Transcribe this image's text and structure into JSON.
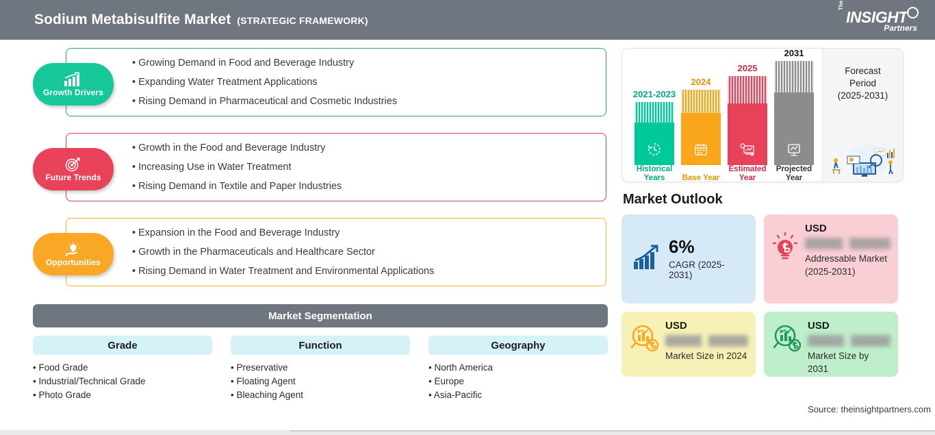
{
  "header": {
    "title": "Sodium Metabisulfite Market",
    "subtitle": "(STRATEGIC FRAMEWORK)",
    "bg_color": "#6f7680",
    "logo": {
      "the": "The",
      "insight": "INSIGHT",
      "partners": "Partners"
    }
  },
  "strategy_sections": [
    {
      "badge_label": "Growth Drivers",
      "icon": "bar-chart-growth-icon",
      "color": "#16c79a",
      "border_color": "#2a9d8f",
      "bullets": [
        "Growing Demand in Food and Beverage Industry",
        "Expanding Water Treatment Applications",
        "Rising Demand in Pharmaceutical and Cosmetic Industries"
      ]
    },
    {
      "badge_label": "Future Trends",
      "icon": "target-dart-icon",
      "color": "#e8435a",
      "border_color": "#d94259",
      "bullets": [
        "Growth in the Food and Beverage Industry",
        "Increasing Use in Water Treatment",
        "Rising Demand in Textile and Paper Industries"
      ]
    },
    {
      "badge_label": "Opportunities",
      "icon": "lightbulb-hand-icon",
      "color": "#f9a826",
      "border_color": "#f0b323",
      "bullets": [
        "Expansion in the Food and Beverage Industry",
        "Growth in the Pharmaceuticals and Healthcare Sector",
        "Rising Demand in Water Treatment and Environmental Applications"
      ]
    }
  ],
  "segmentation": {
    "heading": "Market Segmentation",
    "columns": [
      {
        "title": "Grade",
        "items": [
          "Food Grade",
          "Industrial/Technical Grade",
          "Photo Grade"
        ]
      },
      {
        "title": "Function",
        "items": [
          "Preservative",
          "Floating Agent",
          "Bleaching Agent"
        ]
      },
      {
        "title": "Geography",
        "items": [
          "North America",
          "Europe",
          "Asia-Pacific"
        ]
      }
    ]
  },
  "forecast": {
    "bars": [
      {
        "year": "2021-2023",
        "caption": "Historical Years",
        "color": "#00c999",
        "icon": "clock-history-icon",
        "height": 92
      },
      {
        "year": "2024",
        "caption": "Base Year",
        "color": "#faa61a",
        "icon": "calendar-icon",
        "height": 110
      },
      {
        "year": "2025",
        "caption": "Estimated Year",
        "color": "#e8435a",
        "icon": "analytics-gear-icon",
        "height": 130
      },
      {
        "year": "2031",
        "caption": "Projected Year",
        "color": "#8c8c8c",
        "icon": "presentation-icon",
        "height": 152
      }
    ],
    "panel": {
      "line1": "Forecast",
      "line2": "Period",
      "line3": "(2025-2031)",
      "illustration": "data-analysis-people-illustration"
    }
  },
  "outlook": {
    "title": "Market Outlook",
    "cards": [
      {
        "type": "cagr",
        "bg_color": "#d6e9f6",
        "icon": "bar-chart-arrow-icon",
        "value": "6%",
        "caption": "CAGR (2025-2031)"
      },
      {
        "type": "addressable",
        "bg_color": "#f9ced5",
        "icon": "lightbulb-dollar-icon",
        "currency": "USD",
        "value_blurred": true,
        "caption": "Addressable Market (2025-2031)"
      },
      {
        "type": "market-size-2024",
        "bg_color": "#f7f1b6",
        "icon": "magnifier-chart-dollar-icon",
        "currency": "USD",
        "value_blurred": true,
        "caption": "Market Size in 2024"
      },
      {
        "type": "market-size-2031",
        "bg_color": "#bfeecb",
        "icon": "magnifier-chart-dollar-icon",
        "currency": "USD",
        "value_blurred": true,
        "caption": "Market Size by 2031"
      }
    ]
  },
  "source": "Source: theinsightpartners.com"
}
